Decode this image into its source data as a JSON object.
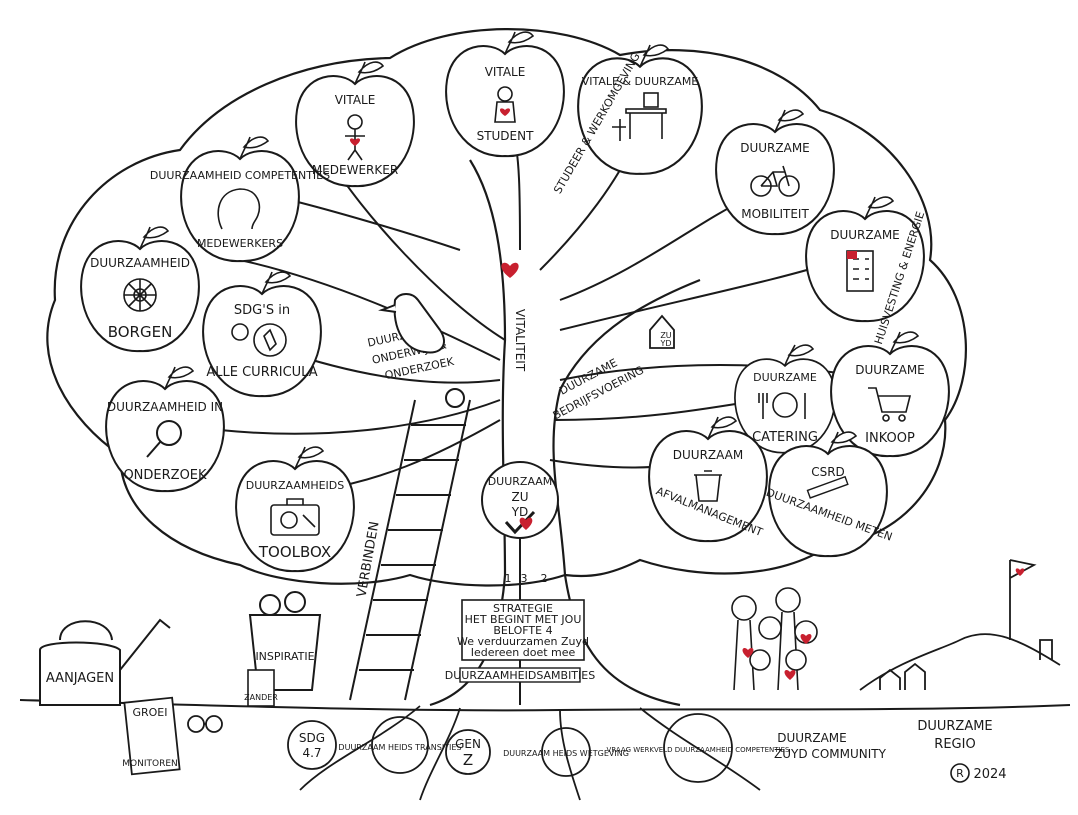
{
  "trunk": {
    "word": "VITALITEIT",
    "badge": [
      "DUURZAAM",
      "ZU",
      "YD"
    ],
    "sign_numbers": [
      "1",
      "3",
      "2"
    ],
    "sign_lines": [
      "STRATEGIE",
      "HET BEGINT MET JOU",
      "BELOFTE 4",
      "We verduurzamen Zuyd",
      "Iedereen doet mee"
    ],
    "plaque": "DUURZAAMHEIDSAMBITIES",
    "left_branch": [
      "DUURZAAM",
      "ONDERWIJS &",
      "ONDERZOEK"
    ],
    "right_branch": [
      "DUURZAME",
      "BEDRIJFSVOERING"
    ],
    "ladder": "VERBINDEN"
  },
  "apples": {
    "vitale_medewerker": [
      "VITALE",
      "MEDEWERKER"
    ],
    "vitale_student": [
      "VITALE",
      "STUDENT"
    ],
    "vitale_duurzame_studeer": [
      "VITALE & DUURZAME",
      "STUDEER & WERKOMGEVING"
    ],
    "duurzame_mobiliteit": [
      "DUURZAME",
      "MOBILITEIT"
    ],
    "duurzame_huisvesting": [
      "DUURZAME",
      "HUISVESTING & ENERGIE"
    ],
    "competenties": [
      "DUURZAAMHEID COMPETENTIES",
      "MEDEWERKERS"
    ],
    "borgen": [
      "DUURZAAMHEID",
      "BORGEN"
    ],
    "sdg_curricula": [
      "SDG'S in",
      "ALLE CURRICULA"
    ],
    "onderzoek": [
      "DUURZAAMHEID IN",
      "ONDERZOEK"
    ],
    "toolbox": [
      "DUURZAAMHEIDS",
      "TOOLBOX"
    ],
    "catering": [
      "DUURZAME",
      "CATERING"
    ],
    "inkoop": [
      "DUURZAME",
      "INKOOP"
    ],
    "afvalmanagement": [
      "DUURZAAM",
      "AFVALMANAGEMENT"
    ],
    "csrd": [
      "CSRD",
      "DUURZAAMHEID METEN"
    ]
  },
  "house_sign": [
    "ZU",
    "YD"
  ],
  "ground": {
    "watering_can": "AANJAGEN",
    "bucket": "INSPIRATIE",
    "box": "ZANDER",
    "clipboard": [
      "GROEI",
      "MONITOREN"
    ],
    "roots": [
      "SDG",
      "4.7",
      "DUURZAAM HEIDS TRANSITIES",
      "GEN",
      "Z",
      "DUURZAAM HEIDS WETGEVING",
      "VRAAG WERKVELD DUURZAAMHEID COMPETENTIES"
    ],
    "community": [
      "DUURZAME",
      "ZUYD COMMUNITY"
    ],
    "region": [
      "DUURZAME",
      "REGIO"
    ],
    "copyright": "2024",
    "copyright_mark": "R"
  },
  "colors": {
    "ink": "#1a1a1a",
    "heart": "#c8202f",
    "check": "#1a1a1a"
  },
  "icons": [
    "heart-icon",
    "bicycle-icon",
    "building-icon",
    "wheel-icon",
    "compass-icon",
    "magnifier-icon",
    "toolbox-icon",
    "plate-cutlery-icon",
    "cart-icon",
    "trashcan-icon",
    "ruler-icon",
    "head-icon",
    "bird-icon",
    "desk-icon",
    "person-icon",
    "watering-can-icon",
    "binoculars-icon",
    "flag-icon"
  ]
}
